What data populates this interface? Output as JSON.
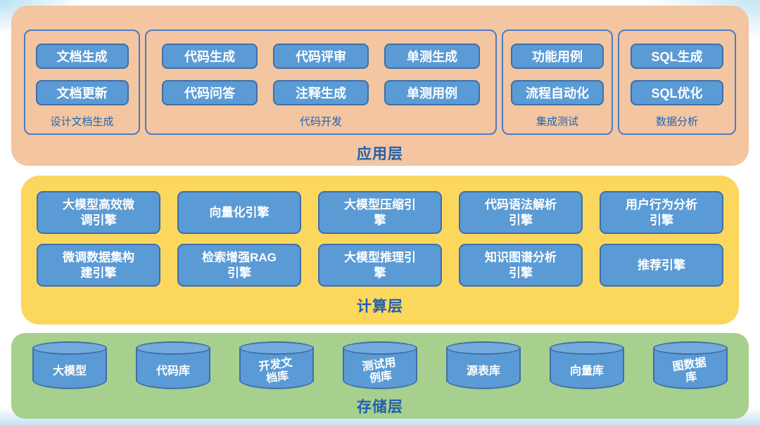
{
  "app_layer": {
    "label": "应用层",
    "groups": [
      {
        "label": "设计文档生成",
        "items": [
          "文档生成",
          "文档更新"
        ]
      },
      {
        "label": "代码开发",
        "items": [
          "代码生成",
          "代码评审",
          "单测生成",
          "代码问答",
          "注释生成",
          "单测用例"
        ]
      },
      {
        "label": "集成测试",
        "items": [
          "功能用例",
          "流程自动化"
        ]
      },
      {
        "label": "数据分析",
        "items": [
          "SQL生成",
          "SQL优化"
        ]
      }
    ]
  },
  "compute_layer": {
    "label": "计算层",
    "engines": [
      "大模型高效微\n调引擎",
      "向量化引擎",
      "大模型压缩引\n擎",
      "代码语法解析\n引擎",
      "用户行为分析\n引擎",
      "微调数据集构\n建引擎",
      "检索增强RAG\n引擎",
      "大模型推理引\n擎",
      "知识图谱分析\n引擎",
      "推荐引擎"
    ]
  },
  "storage_layer": {
    "label": "存储层",
    "stores": [
      "大模型",
      "代码库",
      "开发文\n档库",
      "测试用\n例库",
      "源表库",
      "向量库",
      "图数据\n库"
    ]
  },
  "colors": {
    "application_layer_bg": "#f3c5a0",
    "compute_layer_bg": "#fbd75e",
    "storage_layer_bg": "#a7cf8e",
    "node_fill": "#5b9bd5",
    "node_border": "#3f6fa9",
    "label_text": "#2265b0"
  }
}
